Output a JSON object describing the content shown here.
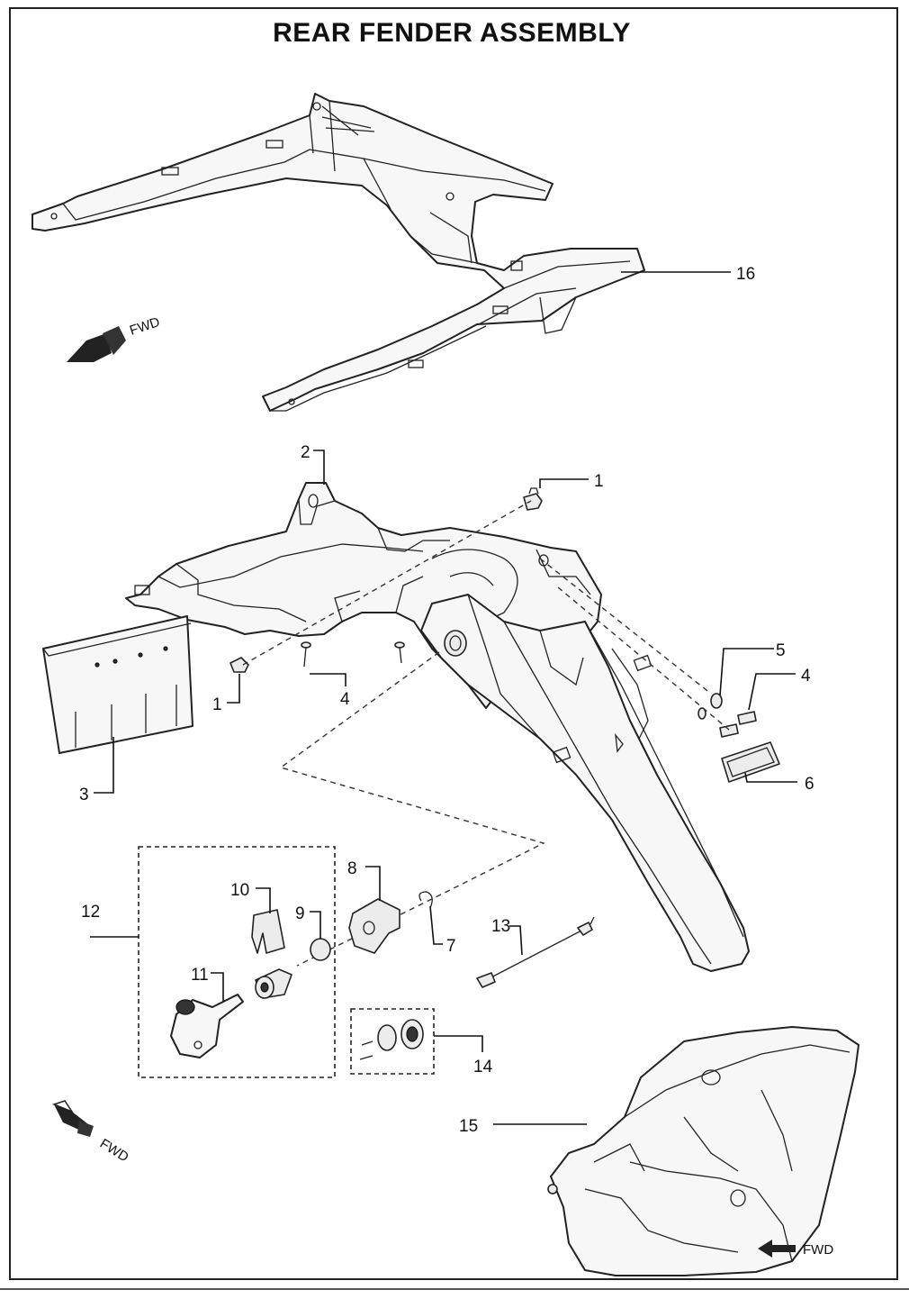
{
  "title": "REAR FENDER ASSEMBLY",
  "fwd_label": "FWD",
  "callouts": {
    "c1a": "1",
    "c1b": "1",
    "c2": "2",
    "c3": "3",
    "c4a": "4",
    "c4b": "4",
    "c5": "5",
    "c6": "6",
    "c7": "7",
    "c8": "8",
    "c9": "9",
    "c10": "10",
    "c11": "11",
    "c12": "12",
    "c13": "13",
    "c14": "14",
    "c15": "15",
    "c16": "16"
  },
  "icons": [
    "fwd-arrow-icon",
    "fwd-arrow-icon",
    "fwd-arrow-icon"
  ]
}
